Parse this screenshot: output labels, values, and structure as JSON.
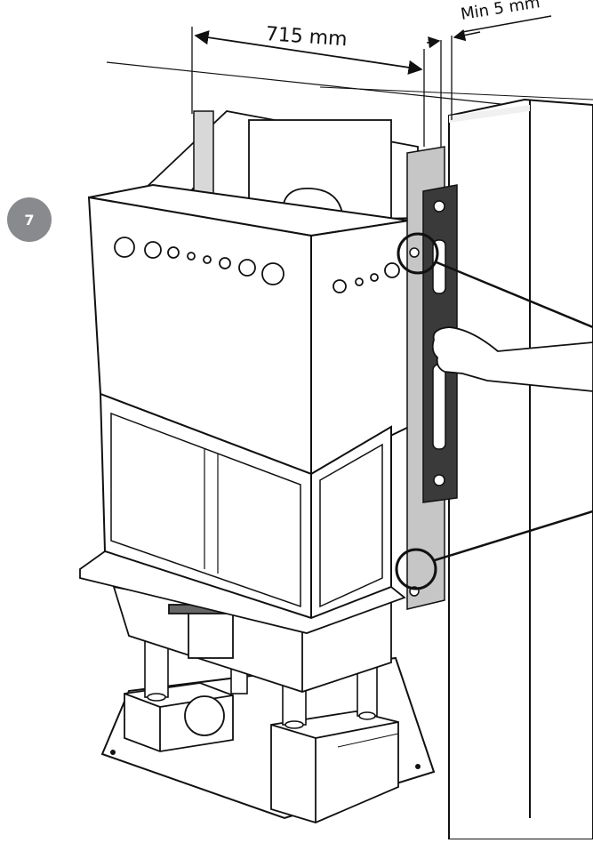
{
  "step": {
    "number": "7"
  },
  "dimensions": {
    "width_label": "715 mm",
    "min_gap_label": "Min 5 mm"
  },
  "colors": {
    "line": "#111111",
    "badge": "#888a8d",
    "spirit_level": "#3a3a3a",
    "bracket": "#b8b8b8",
    "background": "#ffffff"
  }
}
